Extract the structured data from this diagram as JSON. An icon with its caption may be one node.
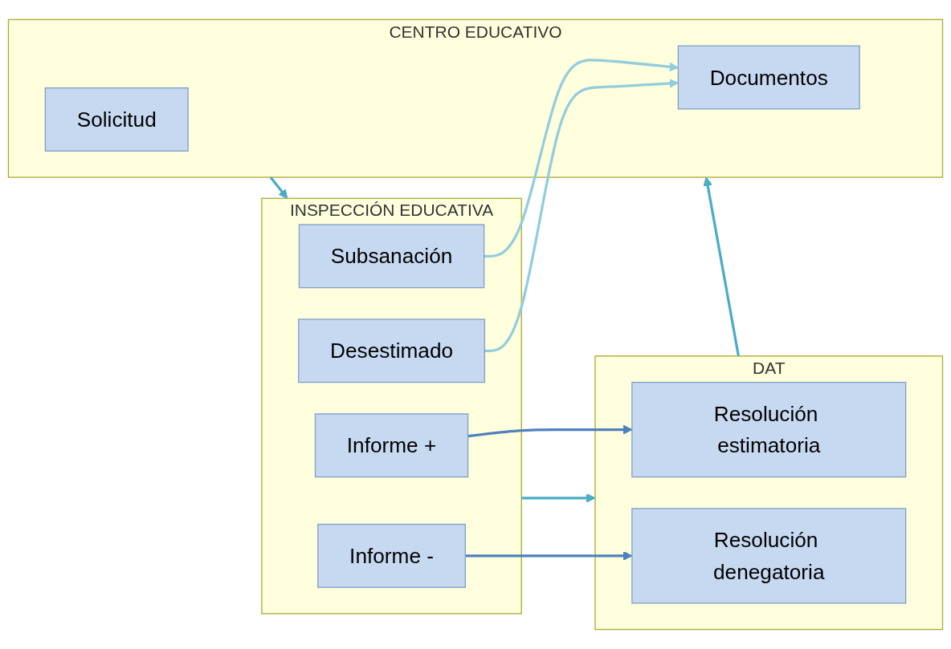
{
  "diagram": {
    "nodes": [
      {
        "text": [
          "CENTRO EDUCATIVO"
        ]
      },
      {
        "text": [
          "Solicitud"
        ],
        "in": 0
      },
      {
        "text": [
          "Documentos"
        ],
        "in": 0
      },
      {
        "text": [
          "INSPECCIÓN EDUCATIVA"
        ]
      },
      {
        "text": [
          "Informe +"
        ],
        "in": 3
      },
      {
        "text": [
          "Informe -"
        ],
        "in": 3
      },
      {
        "text": [
          "Subsanación"
        ],
        "in": 3
      },
      {
        "text": [
          "Desestimado"
        ],
        "in": 3
      },
      {
        "text": [
          "DAT"
        ]
      },
      {
        "text": [
          "Resolución estimatoria"
        ],
        "in": 8
      },
      {
        "text": [
          "Resolución denegatoria"
        ],
        "in": 8
      }
    ],
    "edges": [
      {
        "from": 0,
        "to": 3,
        "arrow": "to",
        "color": "#4bacc6"
      },
      {
        "from": 3,
        "to": 8,
        "arrow": "to",
        "color": "#4bacc6"
      },
      {
        "from": 8,
        "to": 0,
        "arrow": "to",
        "color": "#4bacc6"
      },
      {
        "from": 4,
        "to": 9,
        "arrow": "to"
      },
      {
        "from": 5,
        "to": 10,
        "arrow": "to"
      },
      {
        "from": 6,
        "to": 2,
        "arrow": "to",
        "color": "#92cddc"
      },
      {
        "from": 7,
        "to": 2,
        "arrow": "to",
        "color": "#92cddc"
      }
    ]
  }
}
